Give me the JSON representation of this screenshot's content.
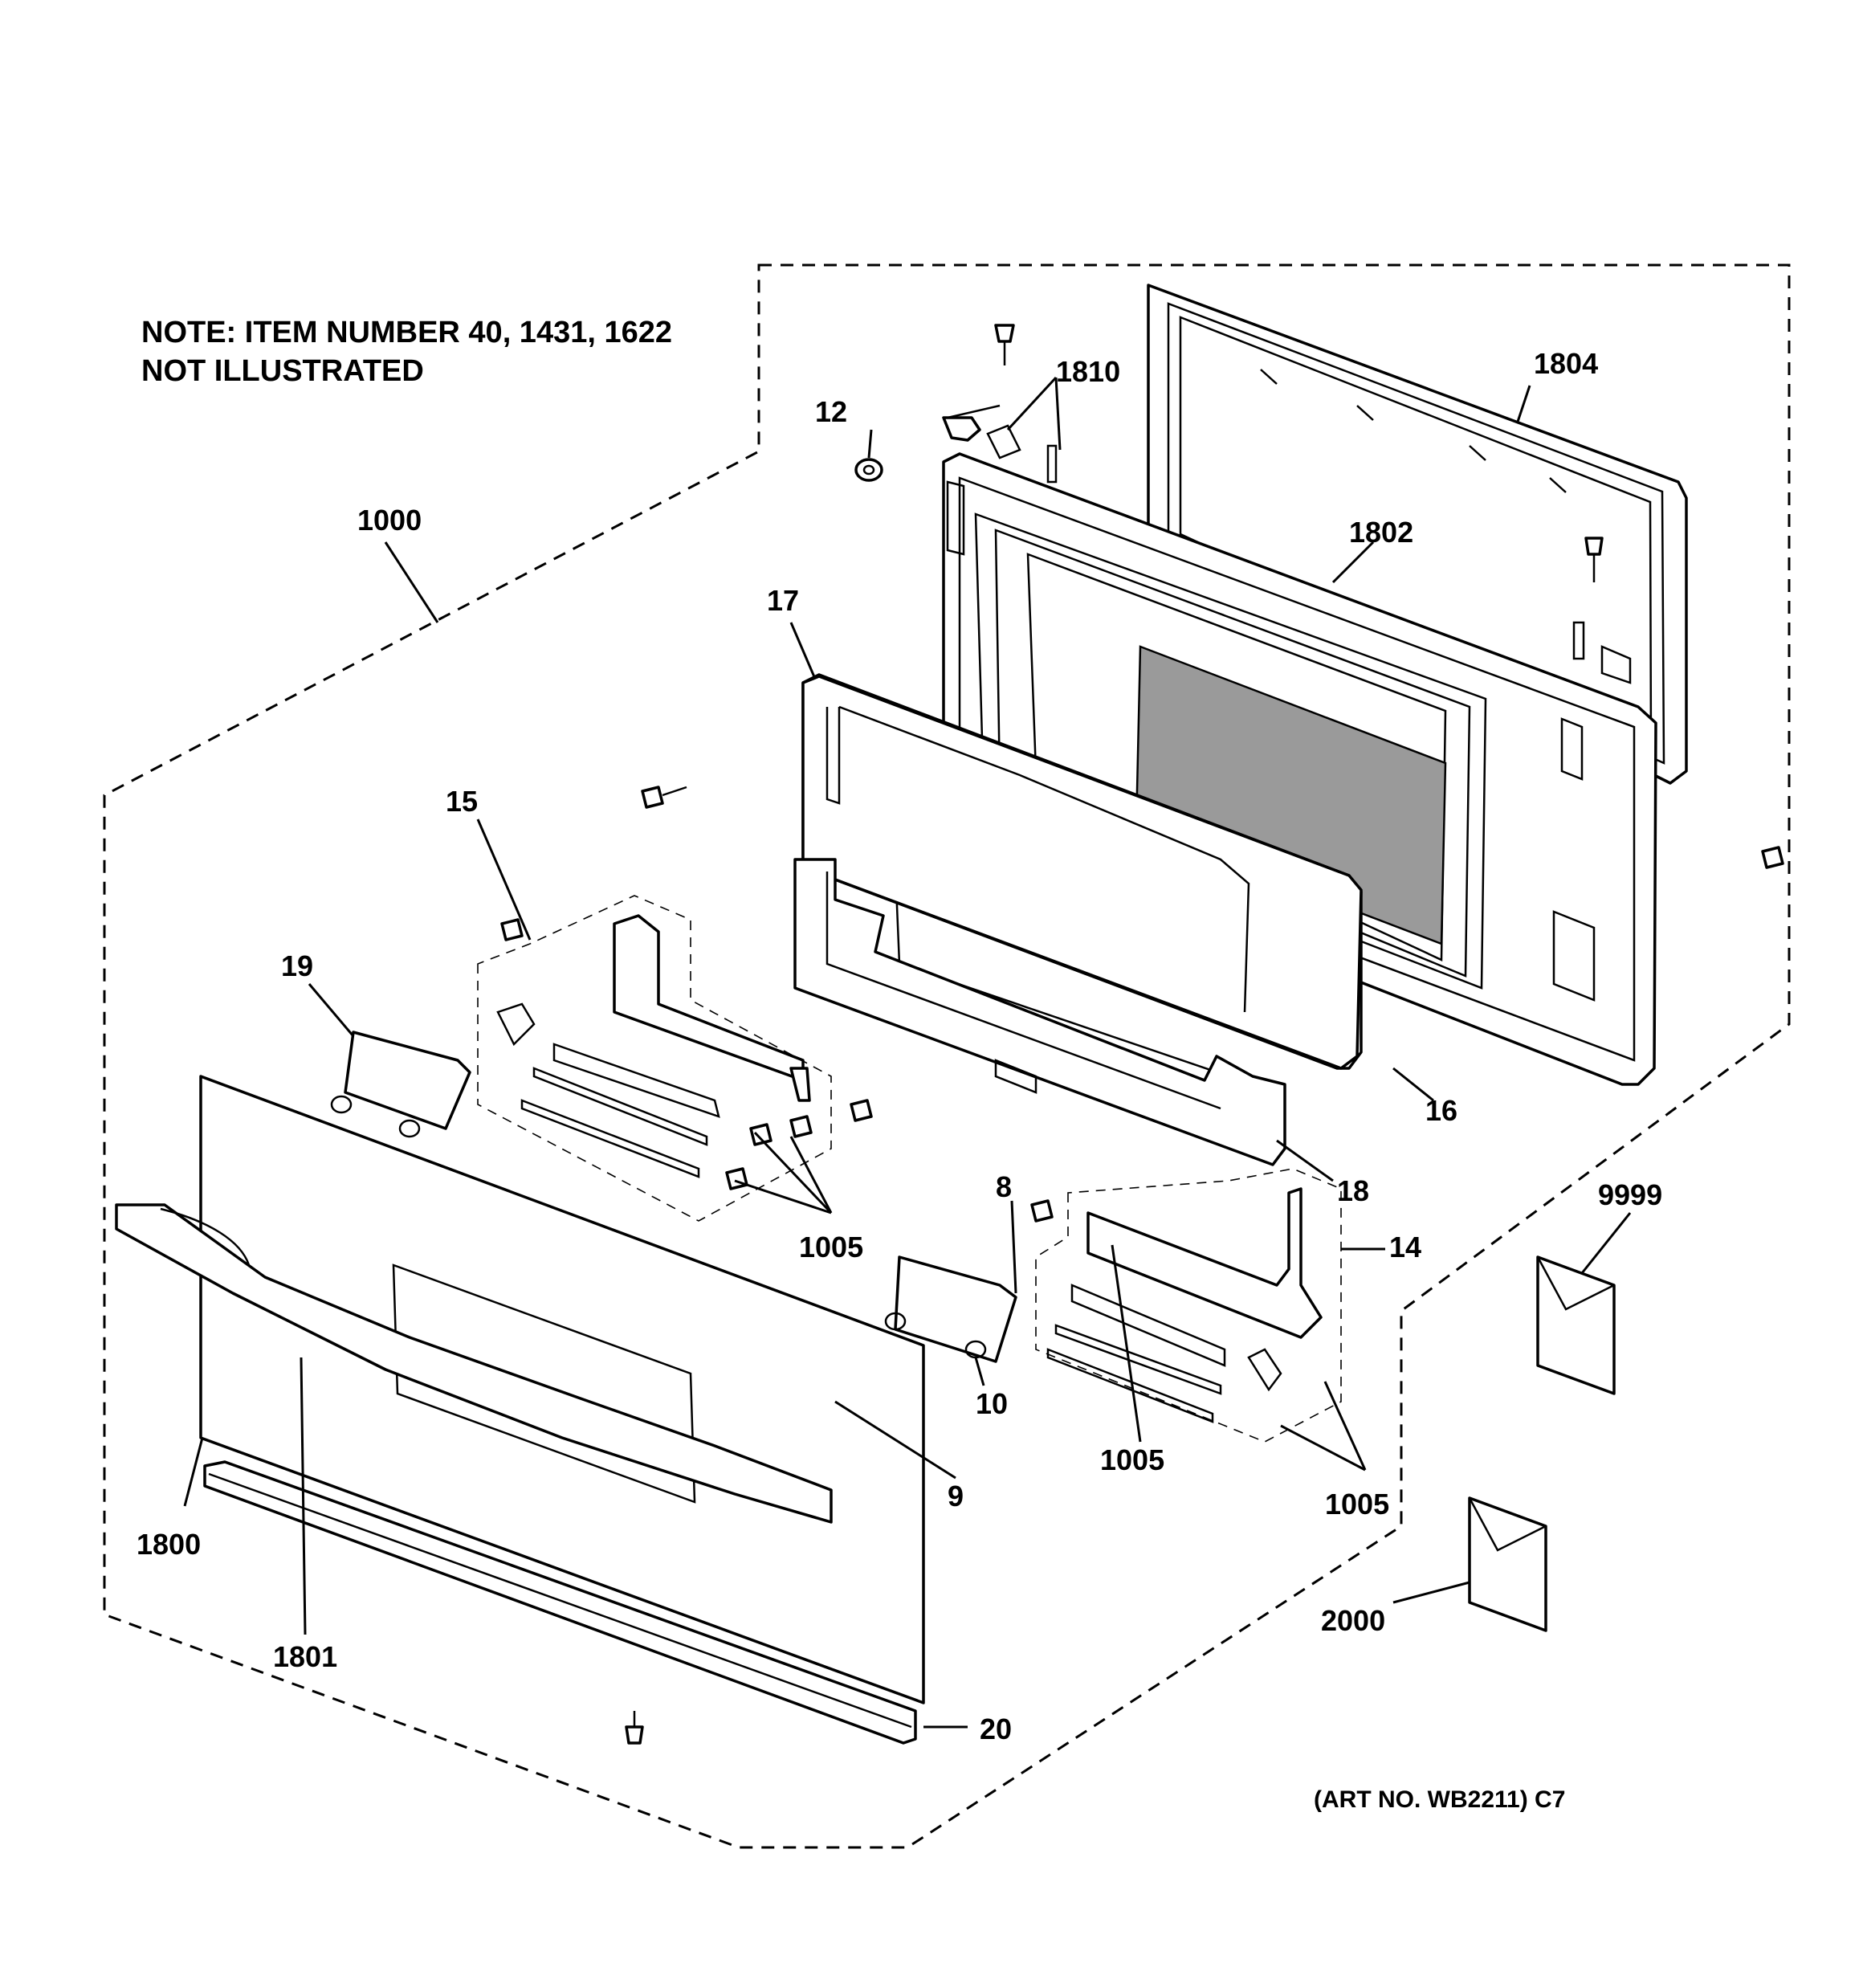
{
  "note": {
    "line1": "NOTE: ITEM NUMBER 40, 1431, 1622",
    "line2": "NOT ILLUSTRATED"
  },
  "art_number": "(ART NO. WB2211) C7",
  "part_labels": {
    "l1000": "1000",
    "l12": "12",
    "l1810": "1810",
    "l1804": "1804",
    "l1802": "1802",
    "l17": "17",
    "l15": "15",
    "l19": "19",
    "l16": "16",
    "l18": "18",
    "l14": "14",
    "l9999": "9999",
    "l8": "8",
    "l1005a": "1005",
    "l10": "10",
    "l1005b": "1005",
    "l1005c": "1005",
    "l9": "9",
    "l1800": "1800",
    "l1801": "1801",
    "l2000": "2000",
    "l20": "20"
  }
}
